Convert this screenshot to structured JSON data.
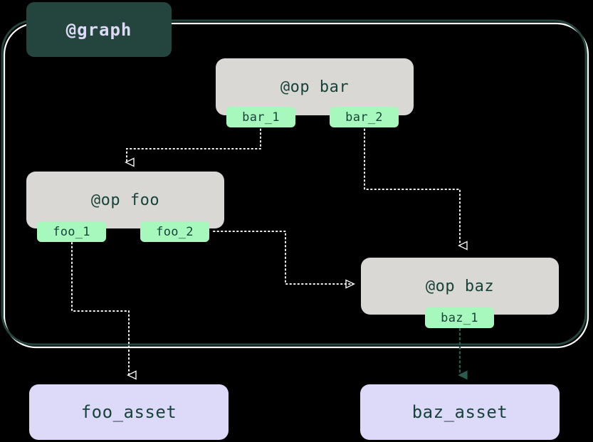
{
  "diagram": {
    "title": "@graph",
    "background_color": "#000000",
    "cluster": {
      "label": "@graph",
      "label_bg": "#24453e",
      "label_fg": "#ded9f6",
      "border_color": "#24453e",
      "highlight_color": "#ffffff"
    },
    "colors": {
      "op_node_bg": "#d9d8d5",
      "op_node_fg": "#17443a",
      "asset_node_bg": "#ddd9f9",
      "asset_node_fg": "#17443a",
      "port_bg": "#a6f8bc",
      "port_fg": "#17443a",
      "edge_white": "#f2f2f2",
      "edge_teal": "#2b5a4e"
    },
    "nodes": [
      {
        "id": "op_bar",
        "label": "@op bar",
        "type": "op"
      },
      {
        "id": "op_foo",
        "label": "@op foo",
        "type": "op"
      },
      {
        "id": "op_baz",
        "label": "@op baz",
        "type": "op"
      },
      {
        "id": "foo_asset",
        "label": "foo_asset",
        "type": "asset"
      },
      {
        "id": "baz_asset",
        "label": "baz_asset",
        "type": "asset"
      }
    ],
    "ports": [
      {
        "id": "bar_1",
        "label": "bar_1",
        "parent": "op_bar"
      },
      {
        "id": "bar_2",
        "label": "bar_2",
        "parent": "op_bar"
      },
      {
        "id": "foo_1",
        "label": "foo_1",
        "parent": "op_foo"
      },
      {
        "id": "foo_2",
        "label": "foo_2",
        "parent": "op_foo"
      },
      {
        "id": "baz_1",
        "label": "baz_1",
        "parent": "op_baz"
      }
    ],
    "edges": [
      {
        "from": "bar_1",
        "to": "op_foo",
        "style": "dotted",
        "color": "#f2f2f2",
        "arrow": "hollow-down"
      },
      {
        "from": "bar_2",
        "to": "op_baz",
        "style": "dotted",
        "color": "#f2f2f2",
        "arrow": "hollow-down"
      },
      {
        "from": "foo_2",
        "to": "op_baz",
        "style": "dotted",
        "color": "#f2f2f2",
        "arrow": "hollow-right"
      },
      {
        "from": "foo_1",
        "to": "foo_asset",
        "style": "dotted",
        "color": "#f2f2f2",
        "arrow": "hollow-down"
      },
      {
        "from": "baz_1",
        "to": "baz_asset",
        "style": "dotted",
        "color": "#2b5a4e",
        "arrow": "filled-down"
      }
    ]
  }
}
